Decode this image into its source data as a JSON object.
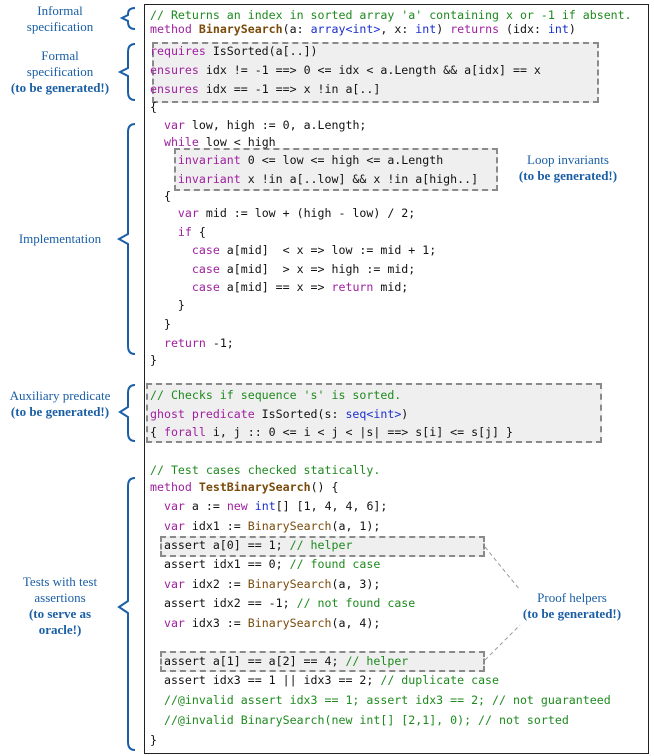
{
  "annotations": {
    "informal": [
      "Informal",
      "specification"
    ],
    "formal": [
      "Formal",
      "specification"
    ],
    "formal_gen": "(to be generated!)",
    "loop_inv": "Loop invariants",
    "loop_inv_gen": "(to be generated!)",
    "implementation": "Implementation",
    "aux": "Auxiliary predicate",
    "aux_gen": "(to be generated!)",
    "tests": [
      "Tests with test",
      "assertions"
    ],
    "tests_oracle": [
      "(to serve as",
      "oracle!)"
    ],
    "proof": "Proof helpers",
    "proof_gen": "(to be generated!)"
  },
  "code": [
    [
      [
        "cm",
        "// Returns an index in sorted array 'a' containing x or -1 if absent."
      ]
    ],
    [
      [
        "kw",
        "method "
      ],
      [
        "fn",
        "BinarySearch"
      ],
      [
        "pl",
        "(a: "
      ],
      [
        "ty",
        "array<int>"
      ],
      [
        "pl",
        ", x: "
      ],
      [
        "ty",
        "int"
      ],
      [
        "pl",
        ") "
      ],
      [
        "kw",
        "returns"
      ],
      [
        "pl",
        " (idx: "
      ],
      [
        "ty",
        "int"
      ],
      [
        "pl",
        ")"
      ]
    ],
    [
      [
        "kw",
        "requires"
      ],
      [
        "pl",
        " IsSorted(a[..])"
      ]
    ],
    [
      [
        "kw",
        "ensures"
      ],
      [
        "pl",
        " idx != -1 ==> 0 <= idx < a.Length && a[idx] == x"
      ]
    ],
    [
      [
        "kw",
        "ensures"
      ],
      [
        "pl",
        " idx == -1 ==> x !in a[..]"
      ]
    ],
    [
      [
        "pl",
        "{"
      ]
    ],
    [
      [
        "pl",
        "  "
      ],
      [
        "kw",
        "var"
      ],
      [
        "pl",
        " low, high := 0, a.Length;"
      ]
    ],
    [
      [
        "pl",
        "  "
      ],
      [
        "kw",
        "while"
      ],
      [
        "pl",
        " low < high"
      ]
    ],
    [
      [
        "pl",
        "    "
      ],
      [
        "kw",
        "invariant"
      ],
      [
        "pl",
        " 0 <= low <= high <= a.Length"
      ]
    ],
    [
      [
        "pl",
        "    "
      ],
      [
        "kw",
        "invariant"
      ],
      [
        "pl",
        " x !in a[..low] && x !in a[high..]"
      ]
    ],
    [
      [
        "pl",
        "  {"
      ]
    ],
    [
      [
        "pl",
        "    "
      ],
      [
        "kw",
        "var"
      ],
      [
        "pl",
        " mid := low + (high - low) / 2;"
      ]
    ],
    [
      [
        "pl",
        "    "
      ],
      [
        "kw",
        "if"
      ],
      [
        "pl",
        " {"
      ]
    ],
    [
      [
        "pl",
        "      "
      ],
      [
        "kw",
        "case"
      ],
      [
        "pl",
        " a[mid]  < x => low := mid + 1;"
      ]
    ],
    [
      [
        "pl",
        "      "
      ],
      [
        "kw",
        "case"
      ],
      [
        "pl",
        " a[mid]  > x => high := mid;"
      ]
    ],
    [
      [
        "pl",
        "      "
      ],
      [
        "kw",
        "case"
      ],
      [
        "pl",
        " a[mid] == x => "
      ],
      [
        "kw",
        "return"
      ],
      [
        "pl",
        " mid;"
      ]
    ],
    [
      [
        "pl",
        "    }"
      ]
    ],
    [
      [
        "pl",
        "  }"
      ]
    ],
    [
      [
        "pl",
        "  "
      ],
      [
        "kw",
        "return"
      ],
      [
        "pl",
        " -1;"
      ]
    ],
    [
      [
        "pl",
        "}"
      ]
    ],
    [
      [
        "cm",
        "// Checks if sequence 's' is sorted."
      ]
    ],
    [
      [
        "kw",
        "ghost predicate"
      ],
      [
        "pl",
        " IsSorted(s: "
      ],
      [
        "ty",
        "seq<int>"
      ],
      [
        "pl",
        ")"
      ]
    ],
    [
      [
        "pl",
        "{ "
      ],
      [
        "kw",
        "forall"
      ],
      [
        "pl",
        " i, j :: 0 <= i < j < |s| ==> s[i] <= s[j] }"
      ]
    ],
    [
      [
        "cm",
        "// Test cases checked statically."
      ]
    ],
    [
      [
        "kw",
        "method "
      ],
      [
        "fn",
        "TestBinarySearch"
      ],
      [
        "pl",
        "() {"
      ]
    ],
    [
      [
        "pl",
        "  "
      ],
      [
        "kw",
        "var"
      ],
      [
        "pl",
        " a := "
      ],
      [
        "kw",
        "new"
      ],
      [
        "pl",
        " "
      ],
      [
        "ty",
        "int"
      ],
      [
        "pl",
        "[] [1, 4, 4, 6];"
      ]
    ],
    [
      [
        "pl",
        "  "
      ],
      [
        "kw",
        "var"
      ],
      [
        "pl",
        " idx1 := "
      ],
      [
        "cl",
        "BinarySearch"
      ],
      [
        "pl",
        "(a, 1);"
      ]
    ],
    [
      [
        "pl",
        "  assert a[0] == 1; "
      ],
      [
        "cm",
        "// helper"
      ]
    ],
    [
      [
        "pl",
        "  assert idx1 == 0; "
      ],
      [
        "cm",
        "// found case"
      ]
    ],
    [
      [
        "pl",
        "  "
      ],
      [
        "kw",
        "var"
      ],
      [
        "pl",
        " idx2 := "
      ],
      [
        "cl",
        "BinarySearch"
      ],
      [
        "pl",
        "(a, 3);"
      ]
    ],
    [
      [
        "pl",
        "  assert idx2 == -1; "
      ],
      [
        "cm",
        "// not found case"
      ]
    ],
    [
      [
        "pl",
        "  "
      ],
      [
        "kw",
        "var"
      ],
      [
        "pl",
        " idx3 := "
      ],
      [
        "cl",
        "BinarySearch"
      ],
      [
        "pl",
        "(a, 4);"
      ]
    ],
    [
      [
        "pl",
        "  assert a[1] == a[2] == 4; "
      ],
      [
        "cm",
        "// helper"
      ]
    ],
    [
      [
        "pl",
        "  assert idx3 == 1 || idx3 == 2; "
      ],
      [
        "cm",
        "// duplicate case"
      ]
    ],
    [
      [
        "cm",
        "  //@invalid assert idx3 == 1; assert idx3 == 2; // not guaranteed"
      ]
    ],
    [
      [
        "cm",
        "  //@invalid BinarySearch(new int[] [2,1], 0); // not sorted"
      ]
    ],
    [
      [
        "pl",
        "}"
      ]
    ]
  ]
}
